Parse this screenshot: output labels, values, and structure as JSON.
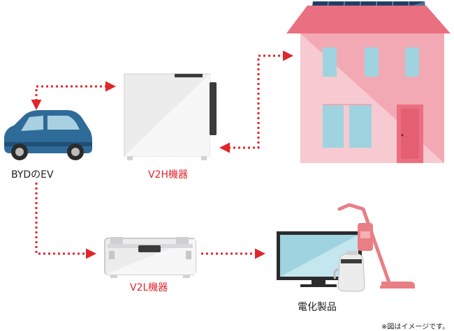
{
  "labels": {
    "ev": "BYDのEV",
    "v2h": "V2H機器",
    "v2l": "V2L機器",
    "appliances": "電化製品"
  },
  "note": "※図はイメージです。",
  "colors": {
    "accent_red": "#e0252b",
    "car_blue": "#2f6b99",
    "house_wall": "#f7c9d1",
    "house_wall_dark": "#f2a9b4",
    "roof": "#ea6f80",
    "solar_panel": "#1f3f66",
    "window": "#9fd3df",
    "door": "#ea6f80",
    "device_gray": "#e9e9ea",
    "device_dark": "#3b3b3b",
    "vacuum": "#e97e84"
  },
  "icons": [
    "car-icon",
    "v2h-device-icon",
    "house-icon",
    "v2l-device-icon",
    "monitor-icon",
    "kettle-icon",
    "vacuum-icon"
  ]
}
